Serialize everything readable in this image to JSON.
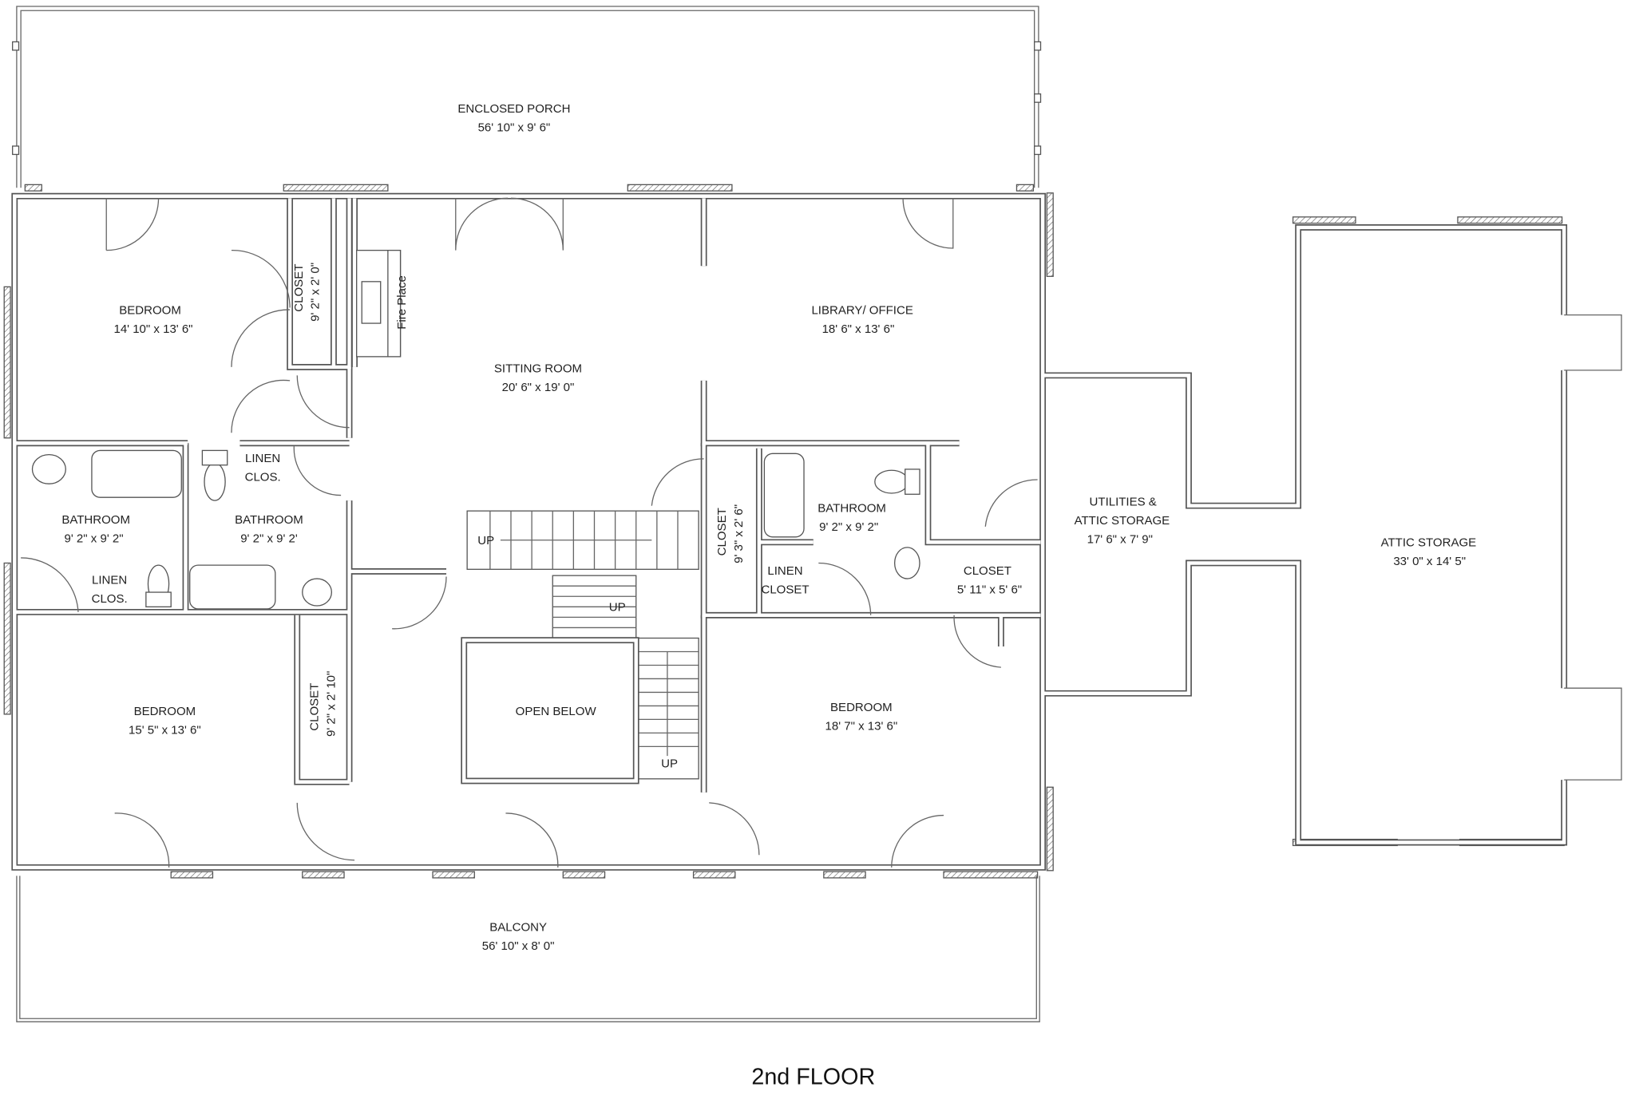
{
  "title": "2nd FLOOR",
  "rooms": {
    "porch": {
      "name": "ENCLOSED PORCH",
      "dims": "56' 10\" x 9' 6\""
    },
    "bedroom1": {
      "name": "BEDROOM",
      "dims": "14' 10\" x 13' 6\""
    },
    "closet1": {
      "name": "CLOSET",
      "dims": "9' 2\" x 2' 0\""
    },
    "fireplace": {
      "name": "Fire Place"
    },
    "sitting": {
      "name": "SITTING ROOM",
      "dims": "20' 6\" x 19' 0\""
    },
    "library": {
      "name": "LIBRARY/ OFFICE",
      "dims": "18' 6\" x 13' 6\""
    },
    "bath1": {
      "name": "BATHROOM",
      "dims": "9' 2\" x 9' 2\""
    },
    "bath2": {
      "name": "BATHROOM",
      "dims": "9' 2\" x 9' 2'"
    },
    "linen1": {
      "line1": "LINEN",
      "line2": "CLOS."
    },
    "linen2": {
      "line1": "LINEN",
      "line2": "CLOS."
    },
    "closet2": {
      "name": "CLOSET",
      "dims": "9' 3\" x 2' 6\""
    },
    "bath3": {
      "name": "BATHROOM",
      "dims": "9' 2\" x 9' 2\""
    },
    "linen3": {
      "line1": "LINEN",
      "line2": "CLOSET"
    },
    "closet3": {
      "name": "CLOSET",
      "dims": "5' 11\" x 5' 6\""
    },
    "utilities": {
      "line1": "UTILITIES &",
      "line2": "ATTIC STORAGE",
      "dims": "17' 6\" x 7' 9\""
    },
    "attic": {
      "name": "ATTIC STORAGE",
      "dims": "33' 0\" x 14' 5\""
    },
    "bedroom2": {
      "name": "BEDROOM",
      "dims": "15' 5\" x 13' 6\""
    },
    "closet4": {
      "name": "CLOSET",
      "dims": "9' 2\" x 2' 10\""
    },
    "openbelow": {
      "name": "OPEN BELOW"
    },
    "bedroom3": {
      "name": "BEDROOM",
      "dims": "18' 7\" x 13' 6\""
    },
    "balcony": {
      "name": "BALCONY",
      "dims": "56' 10\" x 8' 0\""
    }
  },
  "stairs": {
    "up1": "UP",
    "up2": "UP",
    "up3": "UP"
  }
}
